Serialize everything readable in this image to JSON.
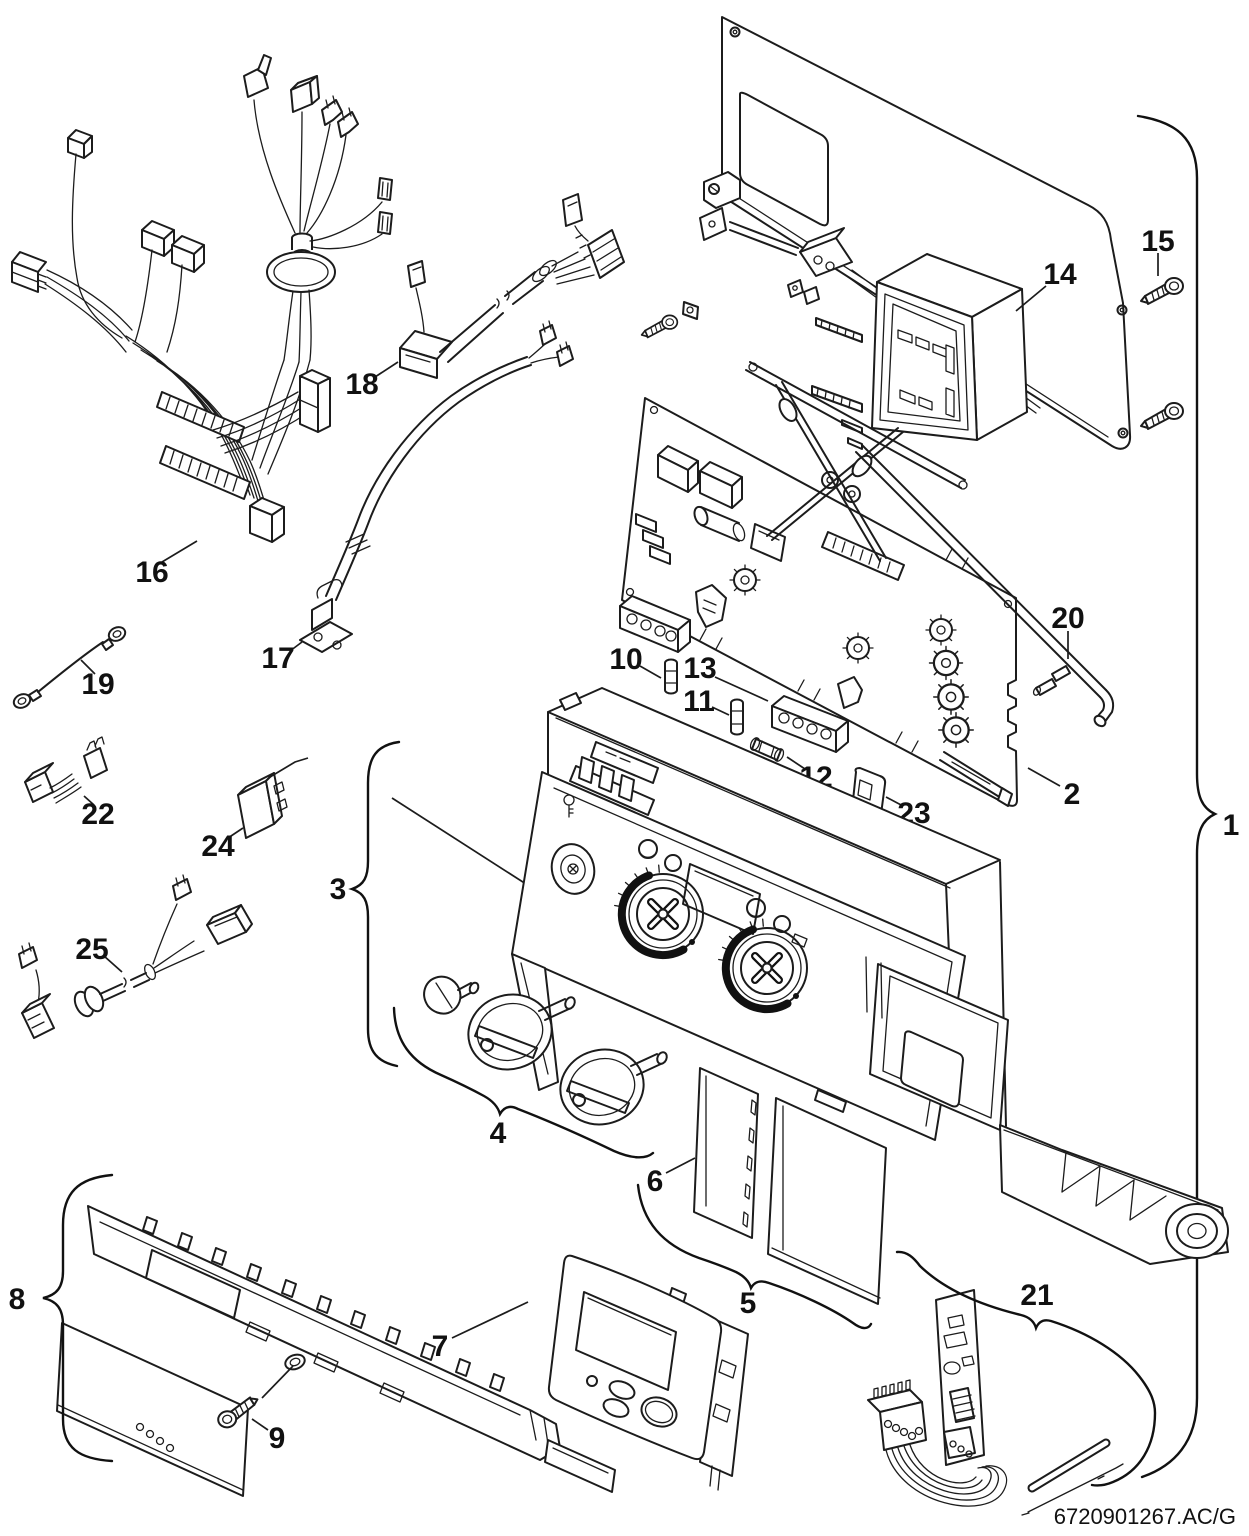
{
  "diagram": {
    "type": "exploded-parts-diagram",
    "doc_code": "6720901267.AC/G",
    "colors": {
      "line": "#1c1c1c",
      "background": "#ffffff"
    },
    "part_labels": [
      "1",
      "2",
      "3",
      "4",
      "5",
      "6",
      "7",
      "8",
      "9",
      "10",
      "11",
      "12",
      "13",
      "14",
      "15",
      "16",
      "17",
      "18",
      "19",
      "20",
      "21",
      "22",
      "23",
      "24",
      "25"
    ]
  }
}
